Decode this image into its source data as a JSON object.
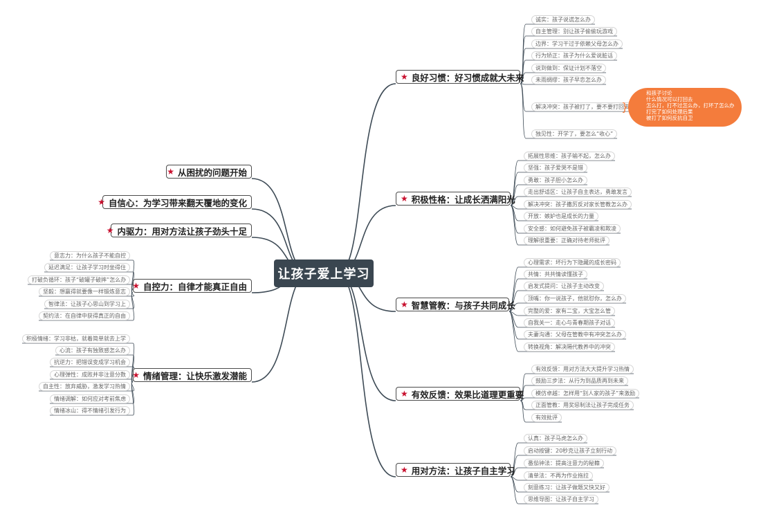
{
  "root": "让孩子爱上学习",
  "branches": [
    {
      "label": "良好习惯：好习惯成就大未来",
      "leaves": [
        "诚实：孩子说谎怎么办",
        "自主管理：别让孩子偷偷玩游戏",
        "边界：学习干过于依赖父母怎么办",
        "行为矫正：孩子为什么爱说脏话",
        "说到做到：保证计划不落空",
        "未雨绸缪：孩子早恋怎么办",
        "解决冲突：孩子被打了，要不要打回去",
        "独见性：开学了，要怎么“收心”"
      ]
    },
    {
      "label": "积极性格：让成长洒满阳光",
      "leaves": [
        "拓展性思维：孩子输不起，怎么办",
        "坚强：孩子爱哭不是错",
        "勇敢：孩子胆小怎么办",
        "走出舒适区：让孩子自主表达，勇敢发言",
        "解决冲突：孩子撒厉反对家长管教怎么办",
        "开放：嫉妒也是成长的力量",
        "安全感：如何避免孩子被霸凌和欺凌",
        "理解很重要：正确对待老师批评"
      ]
    },
    {
      "label": "智慧管教：与孩子共同成长",
      "leaves": [
        "心理需求：坏行为下隐藏的成长密码",
        "共情：共共情读懂孩子",
        "启发式提问：让孩子主动改变",
        "顶嘴：你一说孩子，他就怼你，怎么办",
        "完整的爱：家有二宝，大宝怎么管",
        "自我关一：走心与青春期孩子对话",
        "夫妻沟通：父母在管教中有冲突怎么办",
        "转换视角：解决隔代教养中的冲突"
      ]
    },
    {
      "label": "有效反馈：效果比道理更重要",
      "leaves": [
        "有效反馈：用对方法大大提升学习热情",
        "鼓励三步法：从行为到品质再到未来",
        "模仿卓越：怎样用“别人家的孩子”来激励",
        "正面管教：用奖惩制法让孩子完成任务",
        "有效批评"
      ]
    },
    {
      "label": "用对方法：让孩子自主学习",
      "leaves": [
        "认真：孩子马虎怎么办",
        "启动按键：20秒克让孩子立刻行动",
        "番茄钟法：提高注意力的秘籍",
        "清单法：不再为作业拖拉",
        "刻意练习：让孩子做题又快又好",
        "思维导图：让孩子自主学习"
      ]
    },
    {
      "label": "从困扰的问题开始",
      "leaves": []
    },
    {
      "label": "自信心：为学习带来翻天覆地的变化",
      "leaves": []
    },
    {
      "label": "内驱力：用对方法让孩子劲头十足",
      "leaves": []
    },
    {
      "label": "自控力：自律才能真正自由",
      "leaves": [
        "意志力：为什么孩子不能自控",
        "延迟满足：让孩子学习时坐得住",
        "打破负循环：孩子“破罐子破摔”怎么办",
        "坚毅：想赢得就要像一样锻炼意志",
        "智律法：让孩子心思山到学习上",
        "契约法：在自律中获得真正的自由"
      ]
    },
    {
      "label": "情绪管理：让快乐激发潜能",
      "leaves": [
        "积极情绪：学习非枯，就着简单就去上学",
        "心流：孩子有独致感怎么办",
        "抗逆力：把错误变成学习机会",
        "心理弹性：成败并非注意分数",
        "自主性：放弃威胁，激发学习热情",
        "情绪调解：如何应对考前焦虑",
        "情绪冰山：得不情绪引发行为"
      ]
    }
  ],
  "callout": {
    "lines": [
      "和孩子讨论",
      "什么情况可以打回去",
      "怎么打，打不过怎么办，打坏了怎么办",
      "打完了如何处理后果",
      "被打了如何反抗自卫"
    ]
  },
  "colors": {
    "root": "#3a4650",
    "star": "#c8102e",
    "line": "#3d4a55",
    "callout": "#f47c3c"
  }
}
